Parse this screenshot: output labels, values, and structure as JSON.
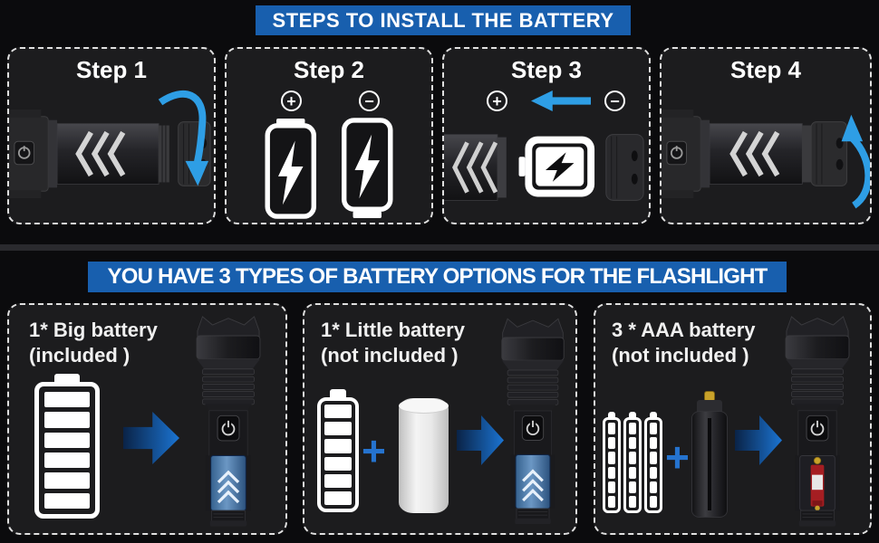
{
  "colors": {
    "background": "#0b0b0d",
    "panel_background": "#1c1c1e",
    "banner_blue": "#185fae",
    "arrow_blue": "#2e9ee5",
    "plus_blue": "#2573cf",
    "battery_window_blue": "#4d7fb2",
    "gradient_arrow_dark": "#0a2347",
    "gradient_arrow_bright": "#1b74d2",
    "text_white": "#ffffff"
  },
  "install": {
    "banner": "STEPS TO INSTALL THE BATTERY",
    "polarity_positive": "+",
    "polarity_negative": "−",
    "steps": [
      {
        "label": "Step 1",
        "icon": "flashlight-tailcap-unscrew-arrow-down"
      },
      {
        "label": "Step 2",
        "icon": "two-batteries-polarity"
      },
      {
        "label": "Step 3",
        "icon": "battery-insert-arrow-left"
      },
      {
        "label": "Step 4",
        "icon": "flashlight-tailcap-screw-arrow-up"
      }
    ]
  },
  "options": {
    "banner": "YOU HAVE 3 TYPES OF BATTERY OPTIONS FOR THE FLASHLIGHT",
    "plus_sign": "+",
    "items": [
      {
        "title": "1* Big battery",
        "subtitle": "(included )"
      },
      {
        "title": "1* Little battery",
        "subtitle": "(not included )"
      },
      {
        "title": "3 * AAA battery",
        "subtitle": "(not included )"
      }
    ]
  },
  "icons": {
    "curved_arrow_down": "⤵",
    "curved_arrow_up": "⤴",
    "arrow_left": "←",
    "arrow_right": "→",
    "plus_circle": "⊕",
    "minus_circle": "⊖",
    "power": "⏻",
    "lightning": "⚡"
  }
}
